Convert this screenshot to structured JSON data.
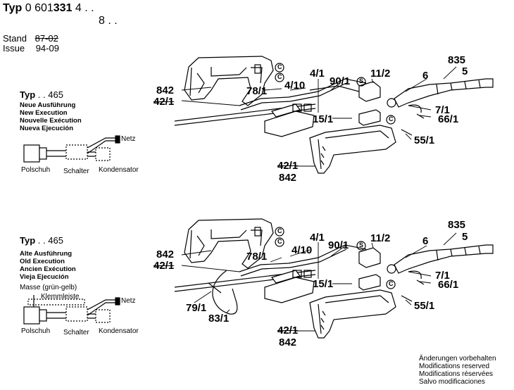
{
  "header": {
    "typ_label": "Typ",
    "typ_number": "0 601",
    "typ_number_bold": "331",
    "variant_1": "4 . .",
    "variant_2": "8 . .",
    "stand_label": "Stand",
    "stand_value": "87-02",
    "issue_label": "Issue",
    "issue_value": "94-09"
  },
  "section_new": {
    "typ_label": "Typ",
    "typ_value": ". . 465",
    "execution": [
      "Neue Ausführung",
      "New Execution",
      "Nouvelle Exécution",
      "Nueva Ejecución"
    ],
    "wiring": {
      "netz": "Netz",
      "polschuh": "Polschuh",
      "schalter": "Schalter",
      "kondensator": "Kondensator"
    },
    "parts": {
      "p842": "842",
      "p42_1": "42/1",
      "p78_1": "78/1",
      "p4_10": "4/10",
      "p4_1": "4/1",
      "p90_1": "90/1",
      "p11_2": "11/2",
      "p6": "6",
      "p835": "835",
      "p5": "5",
      "p7_1": "7/1",
      "p66_1": "66/1",
      "p15_1": "15/1",
      "p55_1": "55/1",
      "p42_1b": "42/1",
      "p842b": "842",
      "c_mark": "C",
      "s_mark": "S"
    }
  },
  "section_old": {
    "typ_label": "Typ",
    "typ_value": ". . 465",
    "execution": [
      "Alte Ausführung",
      "Old Execution",
      "Ancien Exécution",
      "Vieja Ejecución"
    ],
    "wiring": {
      "masse": "Masse (grün-gelb)",
      "klemmleiste": "Klemmleiste",
      "netz": "Netz",
      "polschuh": "Polschuh",
      "schalter": "Schalter",
      "kondensator": "Kondensator"
    },
    "parts": {
      "p842": "842",
      "p42_1": "42/1",
      "p78_1": "78/1",
      "p4_10": "4/10",
      "p4_1": "4/1",
      "p90_1": "90/1",
      "p11_2": "11/2",
      "p6": "6",
      "p835": "835",
      "p5": "5",
      "p7_1": "7/1",
      "p66_1": "66/1",
      "p15_1": "15/1",
      "p55_1": "55/1",
      "p79_1": "79/1",
      "p83_1": "83/1",
      "p42_1b": "42/1",
      "p842b": "842",
      "c_mark": "C",
      "s_mark": "S"
    }
  },
  "footer_notes": [
    "Änderungen vorbehalten",
    "Modifications reserved",
    "Modifications réservées",
    "Salvo modificaciones"
  ]
}
